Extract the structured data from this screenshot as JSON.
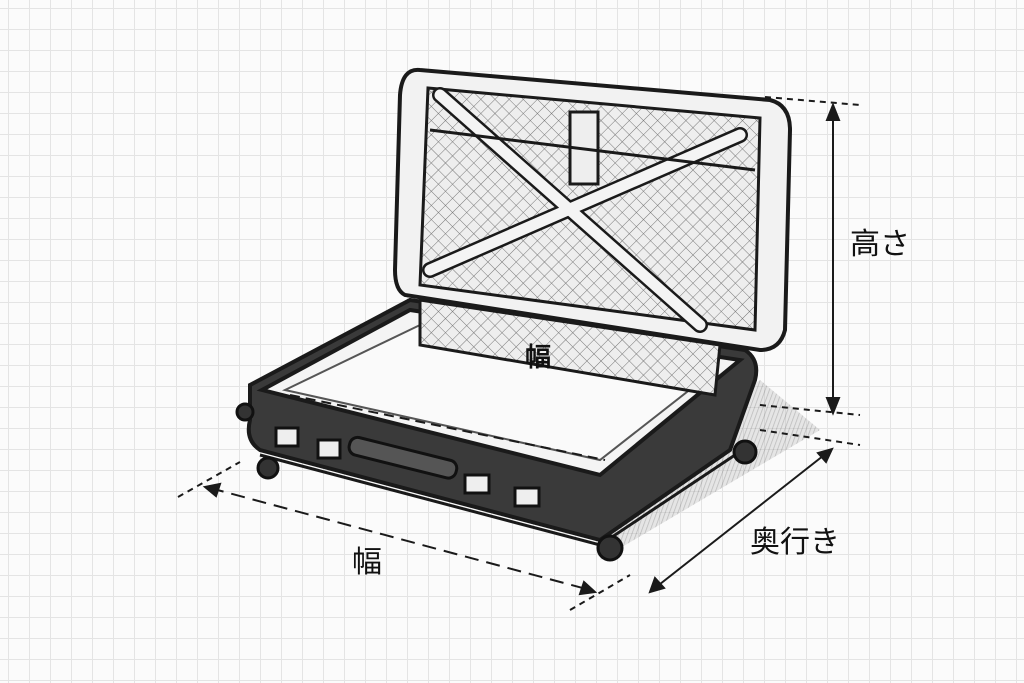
{
  "labels": {
    "height": "高さ",
    "depth": "奥行き",
    "width_outer": "幅",
    "width_inner": "幅"
  },
  "colors": {
    "ink": "#1a1a1a",
    "grid": "#e4e4e4",
    "paper": "#fbfbfb"
  }
}
